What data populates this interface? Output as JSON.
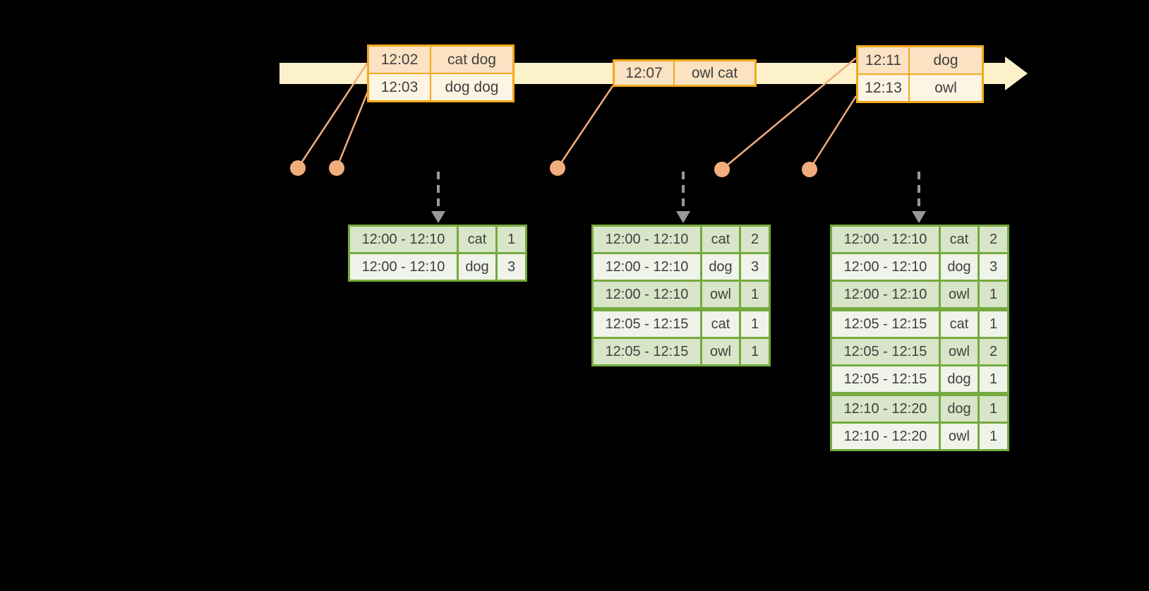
{
  "colors": {
    "background": "#000000",
    "timeline_fill": "#FCF1C9",
    "event_table_border": "#F2A81D",
    "event_row_fill_dark": "#FBE2C2",
    "event_row_fill_light": "#FDF4E3",
    "result_table_border": "#74AA3E",
    "result_row_fill_dark": "#D8E5C8",
    "result_row_fill_light": "#EFF3E9",
    "connector_salmon": "#F2AD7D",
    "trigger_arrow_gray": "#999999",
    "cell_text": "#404040"
  },
  "event_tables": [
    {
      "rows": [
        {
          "time": "12:02",
          "words": "cat dog"
        },
        {
          "time": "12:03",
          "words": "dog dog"
        }
      ]
    },
    {
      "rows": [
        {
          "time": "12:07",
          "words": "owl cat"
        }
      ]
    },
    {
      "rows": [
        {
          "time": "12:11",
          "words": "dog"
        },
        {
          "time": "12:13",
          "words": "owl"
        }
      ]
    }
  ],
  "result_tables": [
    {
      "rows": [
        {
          "window": "12:00 - 12:10",
          "word": "cat",
          "count": "1"
        },
        {
          "window": "12:00 - 12:10",
          "word": "dog",
          "count": "3"
        }
      ]
    },
    {
      "rows": [
        {
          "window": "12:00 - 12:10",
          "word": "cat",
          "count": "2"
        },
        {
          "window": "12:00 - 12:10",
          "word": "dog",
          "count": "3"
        },
        {
          "window": "12:00 - 12:10",
          "word": "owl",
          "count": "1"
        },
        {
          "window": "12:05 - 12:15",
          "word": "cat",
          "count": "1"
        },
        {
          "window": "12:05 - 12:15",
          "word": "owl",
          "count": "1"
        }
      ]
    },
    {
      "rows": [
        {
          "window": "12:00 - 12:10",
          "word": "cat",
          "count": "2"
        },
        {
          "window": "12:00 - 12:10",
          "word": "dog",
          "count": "3"
        },
        {
          "window": "12:00 - 12:10",
          "word": "owl",
          "count": "1"
        },
        {
          "window": "12:05 - 12:15",
          "word": "cat",
          "count": "1"
        },
        {
          "window": "12:05 - 12:15",
          "word": "owl",
          "count": "2"
        },
        {
          "window": "12:05 - 12:15",
          "word": "dog",
          "count": "1"
        },
        {
          "window": "12:10 - 12:20",
          "word": "dog",
          "count": "1"
        },
        {
          "window": "12:10 - 12:20",
          "word": "owl",
          "count": "1"
        }
      ]
    }
  ]
}
